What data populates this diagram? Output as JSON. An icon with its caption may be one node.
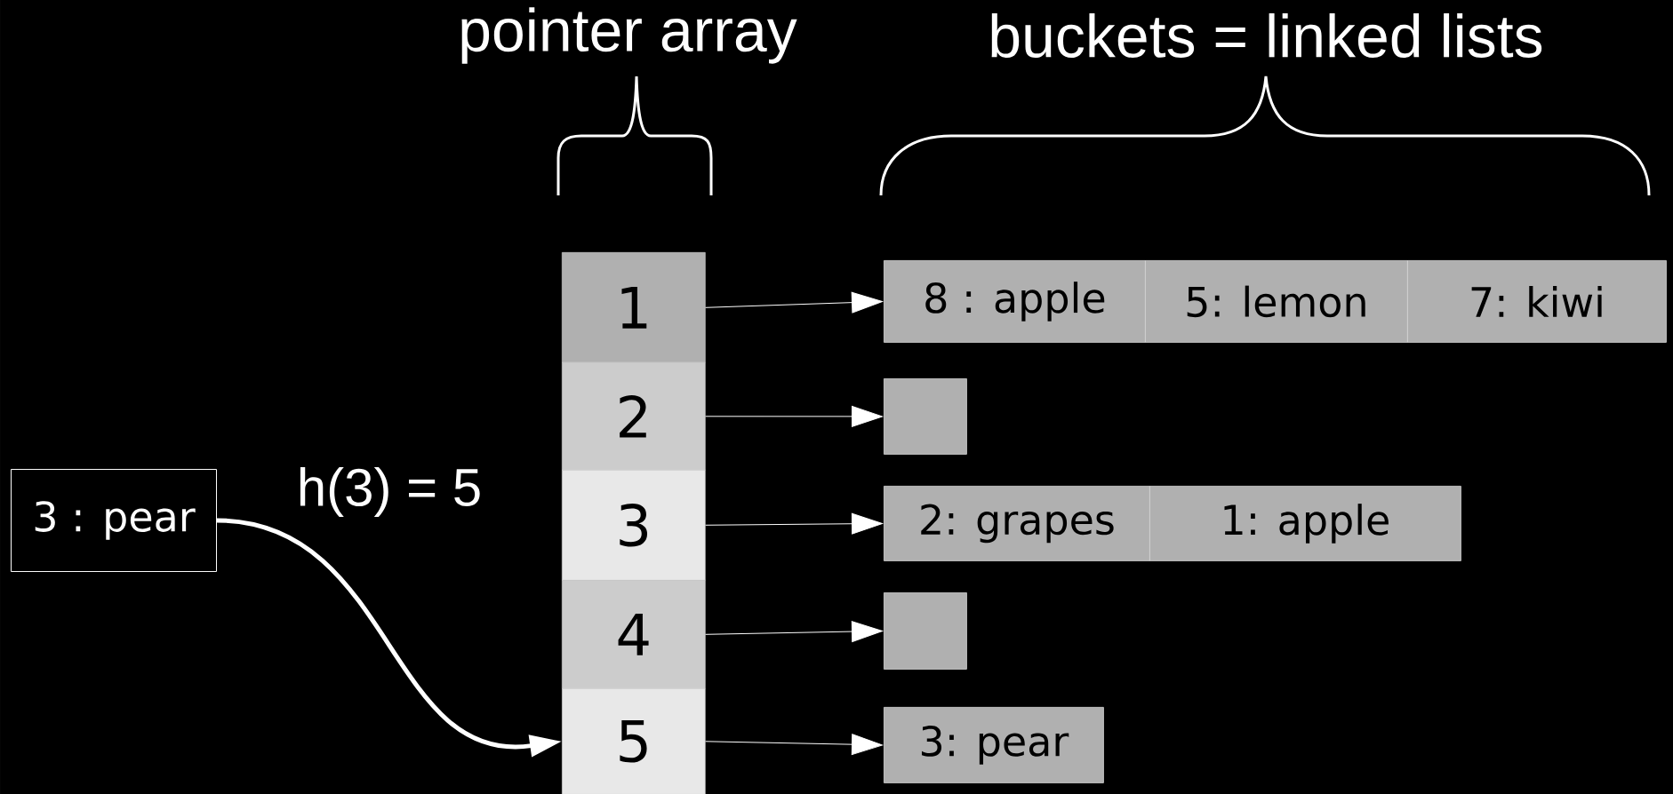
{
  "diagram": {
    "nodes": [
      {
        "text": [
          "3 : pear"
        ]
      },
      {
        "text": [
          "1"
        ]
      },
      {
        "text": [
          "2"
        ]
      },
      {
        "text": [
          "3"
        ]
      },
      {
        "text": [
          "4"
        ]
      },
      {
        "text": [
          "5"
        ]
      },
      {
        "text": [
          "8 : apple"
        ]
      },
      {
        "text": [
          "5: lemon"
        ]
      },
      {
        "text": [
          "7: kiwi"
        ]
      },
      {
        "text": [],
        "shape": "box"
      },
      {
        "text": [
          "2: grapes"
        ]
      },
      {
        "text": [
          "1: apple"
        ]
      },
      {
        "text": [],
        "shape": "box"
      },
      {
        "text": [
          "3: pear"
        ]
      }
    ],
    "edges": [
      {
        "from": 0,
        "to": 5,
        "arrow": "to",
        "label": "h(3) = 5",
        "style": "thick"
      },
      {
        "from": 1,
        "to": 6,
        "arrow": "to"
      },
      {
        "from": 2,
        "to": 9,
        "arrow": "to"
      },
      {
        "from": 3,
        "to": 10,
        "arrow": "to"
      },
      {
        "from": 4,
        "to": 12,
        "arrow": "to"
      },
      {
        "from": 5,
        "to": 13,
        "arrow": "to"
      }
    ],
    "labels": [
      "pointer array",
      "buckets = linked lists"
    ]
  }
}
